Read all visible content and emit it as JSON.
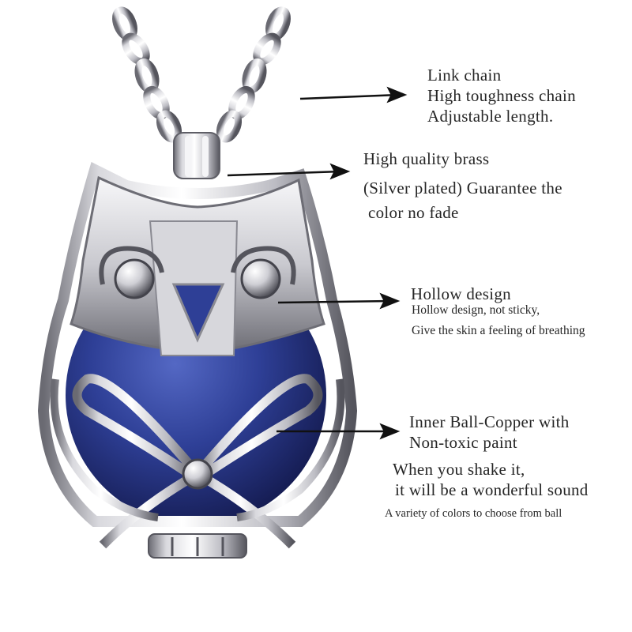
{
  "image": {
    "subject": "owl-shaped silver locket pendant with blue ball on link chain",
    "colors": {
      "background": "#ffffff",
      "silver_light": "#f2f2f4",
      "silver_mid": "#b8b8bf",
      "silver_dark": "#5e5e66",
      "ball_blue": "#2e3f96",
      "ball_deep": "#1c2468",
      "text": "#262626",
      "arrow": "#111111"
    }
  },
  "annotations": {
    "chain": {
      "line1": "Link chain",
      "line2": "High toughness chain",
      "line3": "Adjustable length."
    },
    "material": {
      "line1": "High quality brass",
      "line2": "(Silver plated) Guarantee the",
      "line3": "color no fade"
    },
    "hollow": {
      "title": "Hollow design",
      "line1": "Hollow design, not sticky,",
      "line2": "Give the skin a feeling of breathing"
    },
    "ball": {
      "line1": "Inner Ball-Copper with",
      "line2": "Non-toxic paint",
      "line3": "When you shake it,",
      "line4": "it will be a wonderful sound",
      "line5": "A variety of colors to choose from ball"
    }
  }
}
